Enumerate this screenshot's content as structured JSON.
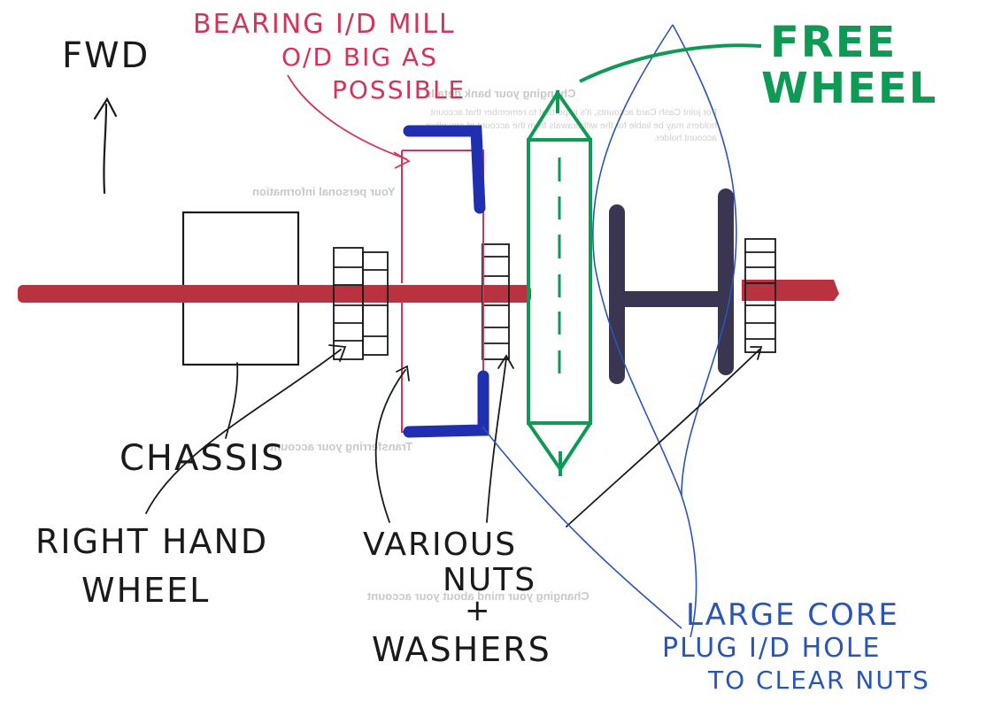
{
  "labels": {
    "fwd": "FWD",
    "bearing_line1": "BEARING I/D MILL",
    "bearing_line2": "O/D BIG AS",
    "bearing_line3": "POSSIBLE",
    "free_line1": "FREE",
    "free_line2": "WHEEL",
    "chassis": "CHASSIS",
    "rhw_line1": "RIGHT HAND",
    "rhw_line2": "WHEEL",
    "nuts_line1": "VARIOUS",
    "nuts_line2": "NUTS",
    "nuts_line3": "+",
    "nuts_line4": "WASHERS",
    "core_line1": "LARGE CORE",
    "core_line2": "PLUG I/D HOLE",
    "core_line3": "TO CLEAR NUTS"
  },
  "bleed_through": {
    "heading1": "Changing your bank details",
    "heading2": "Your personal information",
    "heading3": "Transferring your account",
    "heading4": "Changing your mind about your account",
    "para": "For joint Cash Card accounts, it's important to remember that account holders may be liable for the withdrawals from the account of any other account holder."
  },
  "colors": {
    "ink_black": "#1a1a1a",
    "pink": "#d6335a",
    "green": "#0e9a54",
    "blue_marker": "#1f2fb0",
    "blue_pen": "#2a55b8",
    "axle_red": "#b8323f",
    "purple": "#3a3550",
    "bleed": "#cfcfcf"
  }
}
